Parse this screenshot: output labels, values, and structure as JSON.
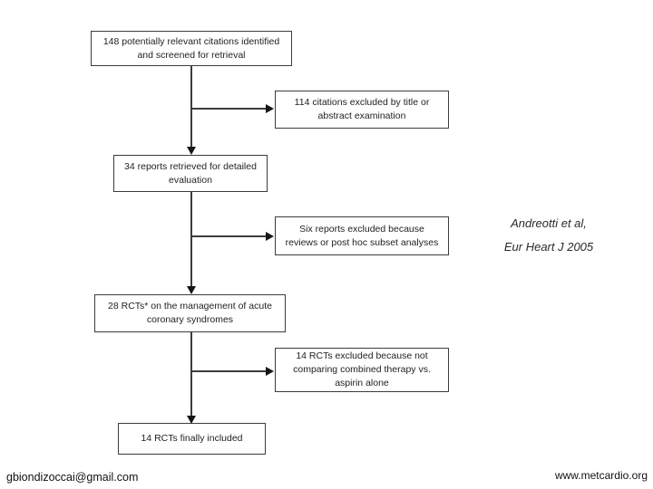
{
  "slide": {
    "flowchart": {
      "boxes": [
        {
          "id": "citations-identified",
          "text": "148 potentially relevant citations identified\nand screened for retrieval"
        },
        {
          "id": "excluded-title-abstract",
          "text": "114 citations excluded by title or\nabstract examination"
        },
        {
          "id": "reports-retrieved",
          "text": "34 reports retrieved for detailed\nevaluation"
        },
        {
          "id": "excluded-reviews-posthoc",
          "text": "Six reports excluded because\nreviews or post hoc subset analyses"
        },
        {
          "id": "rcts-management-acs",
          "text": "28 RCTs* on the management of acute\ncoronary syndromes"
        },
        {
          "id": "excluded-not-comparing",
          "text": "14 RCTs excluded because not\ncomparing combined therapy vs.\naspirin alone"
        },
        {
          "id": "rcts-included",
          "text": "14 RCTs finally included"
        }
      ]
    },
    "citation": {
      "line1": "Andreotti et al,",
      "line2": "Eur Heart J 2005"
    },
    "footer": {
      "email": "gbiondizoccai@gmail.com",
      "website": "www.metcardio.org"
    }
  },
  "colors": {
    "background": "#ffffff",
    "box_border": "#3c3c3c",
    "connector": "#3c3c3c",
    "text": "#1f1f1f"
  }
}
